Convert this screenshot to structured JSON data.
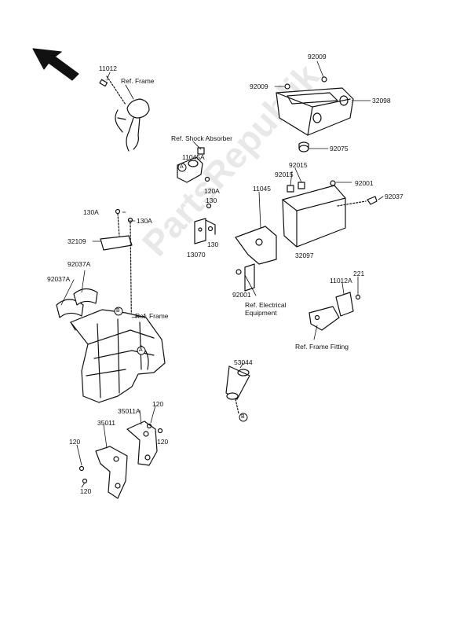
{
  "watermark": "PartsRepublik",
  "parts": {
    "p11012": "11012",
    "ref_frame_top": "Ref. Frame",
    "p92009a": "92009",
    "p92009b": "92009",
    "p32098": "32098",
    "p92075": "92075",
    "ref_shock": "Ref. Shock Absorber",
    "p11045A": "11045A",
    "p120A": "120A",
    "p130a": "130",
    "p130b": "130",
    "p13070": "13070",
    "p92015a": "92015",
    "p92015b": "92015",
    "p92001a": "92001",
    "p92037": "92037",
    "p11045": "11045",
    "p32097": "32097",
    "p130A_1": "130A",
    "p130A_2": "130A",
    "p32109": "32109",
    "p92037A_1": "92037A",
    "p92037A_2": "92037A",
    "ref_frame_mid": "Ref. Frame",
    "p92001b": "92001",
    "ref_elec_1": "Ref. Electrical",
    "ref_elec_2": "Equipment",
    "p221": "221",
    "p11012A": "11012A",
    "ref_frame_fitting": "Ref. Frame Fitting",
    "p53044": "53044",
    "p35011A": "35011A",
    "p35011": "35011",
    "p120_1": "120",
    "p120_2": "120",
    "p120_3": "120",
    "p120_4": "120"
  },
  "markers": {
    "a1": "A",
    "a2": "A",
    "b1": "B",
    "b2": "B"
  }
}
